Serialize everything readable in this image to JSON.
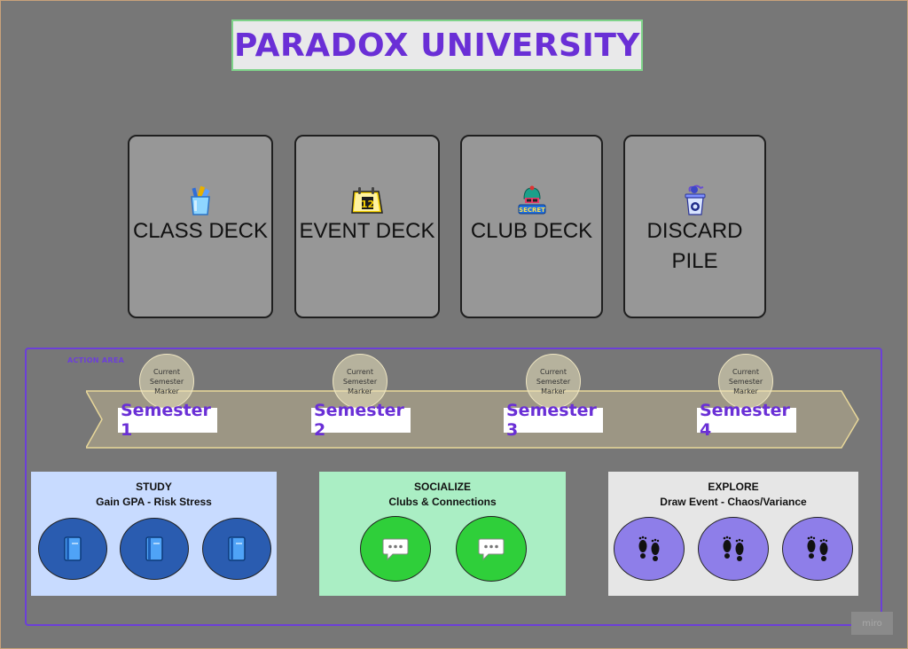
{
  "title": "PARADOX UNIVERSITY",
  "decks": [
    {
      "label": "CLASS DECK",
      "icon": "pencil-cup-icon"
    },
    {
      "label": "EVENT DECK",
      "icon": "calendar-icon"
    },
    {
      "label": "CLUB DECK",
      "icon": "secret-agent-icon"
    },
    {
      "label_line1": "DISCARD",
      "label_line2": "PILE",
      "icon": "trash-can-icon"
    }
  ],
  "action_area": {
    "label": "ACTION AREA",
    "marker_line1": "Current",
    "marker_line2": "Semester",
    "marker_line3": "Marker",
    "semesters": [
      "Semester 1",
      "Semester 2",
      "Semester 3",
      "Semester 4"
    ]
  },
  "actions": {
    "study": {
      "title": "STUDY",
      "subtitle": "Gain GPA - Risk Stress",
      "icon": "book-icon",
      "slots": 3,
      "color": "#c8dbff"
    },
    "socialize": {
      "title": "SOCIALIZE",
      "subtitle": "Clubs & Connections",
      "icon": "speech-bubble-icon",
      "slots": 2,
      "color": "#aaeec4"
    },
    "explore": {
      "title": "EXPLORE",
      "subtitle": "Draw Event - Chaos/Variance",
      "icon": "footprints-icon",
      "slots": 3,
      "color": "#e6e6e6"
    }
  },
  "watermark": "miro"
}
